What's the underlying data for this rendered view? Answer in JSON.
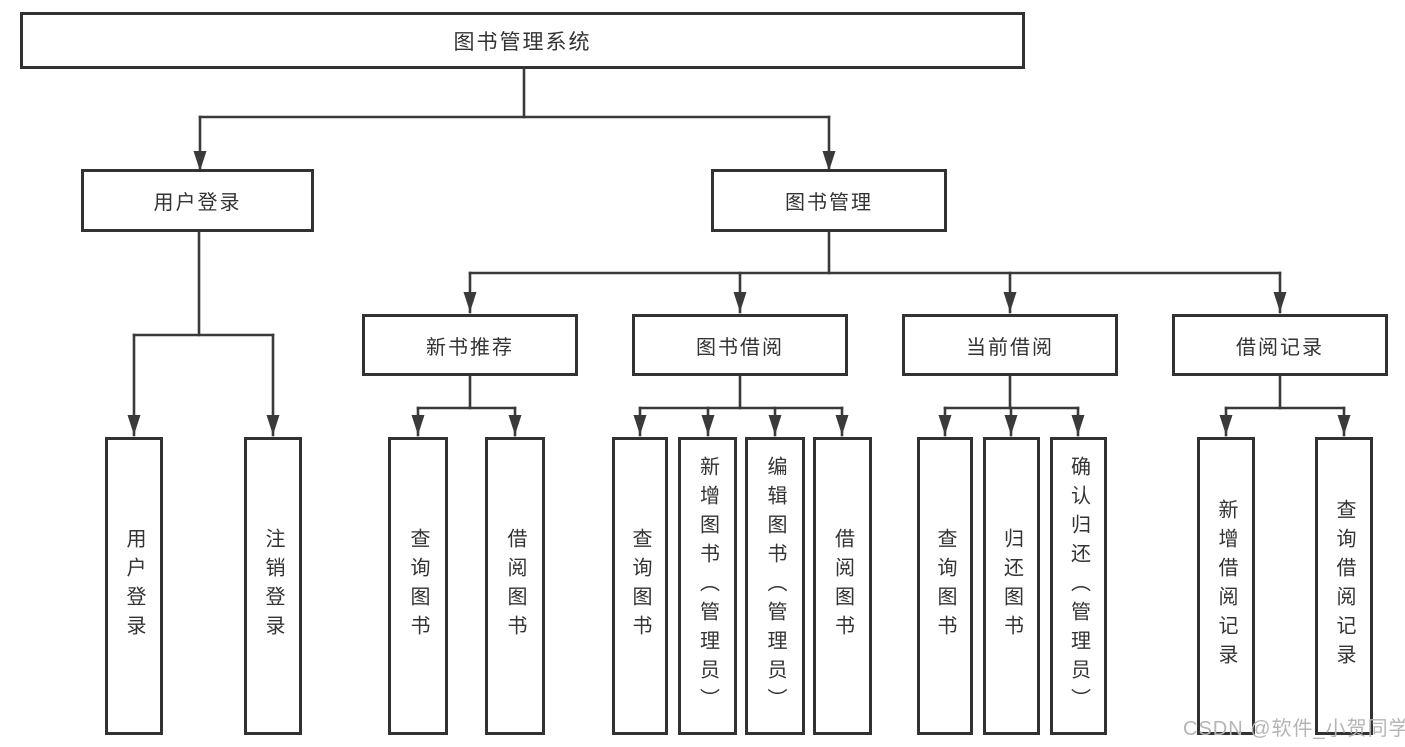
{
  "tree": {
    "root": "图书管理系统",
    "level2": {
      "user_login": "用户登录",
      "book_mgmt": "图书管理"
    },
    "level3": {
      "new_books": "新书推荐",
      "book_borrow": "图书借阅",
      "current_borrow": "当前借阅",
      "borrow_records": "借阅记录"
    },
    "leaves": {
      "user_login": [
        "用户登录",
        "注销登录"
      ],
      "new_books": [
        "查询图书",
        "借阅图书"
      ],
      "book_borrow": [
        "查询图书",
        "新增图书（管理员）",
        "编辑图书（管理员）",
        "借阅图书"
      ],
      "current_borrow": [
        "查询图书",
        "归还图书",
        "确认归还（管理员）"
      ],
      "borrow_records": [
        "新增借阅记录",
        "查询借阅记录"
      ]
    }
  },
  "watermark": "CSDN @软件_小贺同学",
  "colors": {
    "line": "#3a3a3a",
    "box_border": "#323232",
    "text": "#333333",
    "watermark": "#b5b5b5",
    "background": "#ffffff"
  }
}
